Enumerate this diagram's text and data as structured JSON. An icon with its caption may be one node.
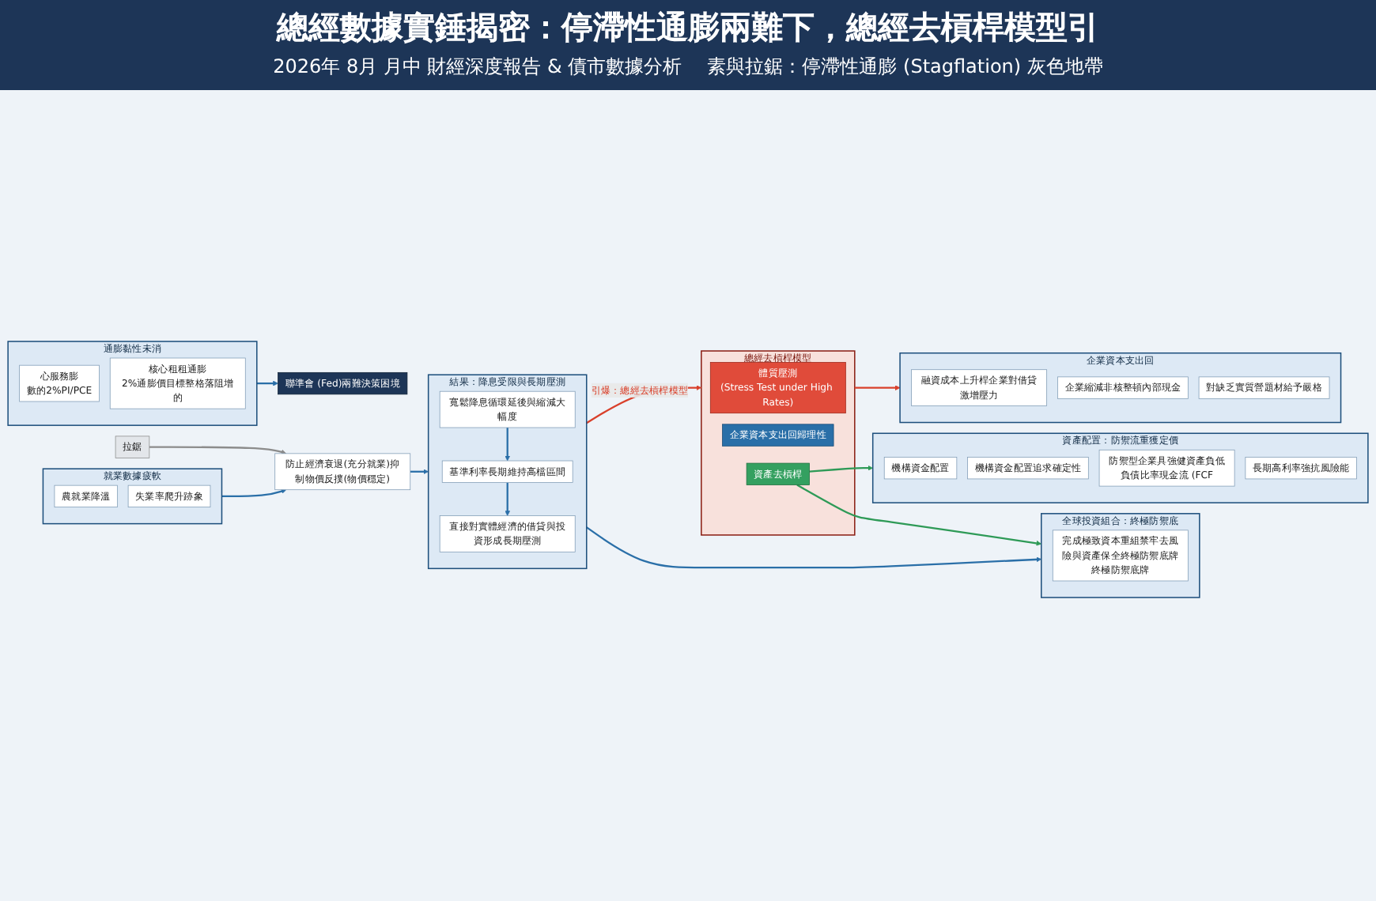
{
  "diagram": {
    "title": "總經數據實錘揭密：停滯性通膨兩難下，總經去槓桿模型引",
    "nodes": [
      {
        "text": [
          "通膨黏性未消"
        ]
      },
      {
        "text": [
          "心服務膨",
          "數的2%PI/PCE"
        ],
        "in": 0
      },
      {
        "text": [
          "核心租租通膨",
          "2%通膨價目標整格落阻增的"
        ],
        "in": 0
      },
      {
        "text": [
          "拉鋸"
        ]
      },
      {
        "text": [
          "就業數據疲軟"
        ]
      },
      {
        "text": [
          "農就業降溫"
        ],
        "in": 4
      },
      {
        "text": [
          "失業率爬升跡象"
        ],
        "in": 4
      },
      {
        "text": [
          "聯準會 (Fed)兩難決策困境"
        ]
      },
      {
        "text": [
          "防止經濟衰退(充分就業)抑制物價反撲(物價穩定)"
        ]
      },
      {
        "text": [
          "結果：降息受限與長期壓測"
        ]
      },
      {
        "text": [
          "寬鬆降息循環延後與縮減大幅度"
        ],
        "in": 9
      },
      {
        "text": [
          "基準利率長期維持高檔區間"
        ],
        "in": 9
      },
      {
        "text": [
          "直接對實體經濟的借貸與投資形成長期壓測"
        ],
        "in": 9
      },
      {
        "text": [
          "總經去槓桿模型"
        ]
      },
      {
        "text": [
          "體質壓測",
          "(Stress Test under High Rates)"
        ],
        "in": 13
      },
      {
        "text": [
          "企業資本支出回歸理性"
        ],
        "in": 13
      },
      {
        "text": [
          "資產去槓桿"
        ],
        "in": 13
      },
      {
        "text": [
          "企業資本支出回"
        ]
      },
      {
        "text": [
          "融資成本上升桿企業對借貸激增壓力"
        ],
        "in": 17
      },
      {
        "text": [
          "企業縮減非核整頓內部現金"
        ],
        "in": 17
      },
      {
        "text": [
          "對缺乏實質營題材給予嚴格"
        ],
        "in": 17
      },
      {
        "text": [
          "資產配置：防禦流重獲定價"
        ]
      },
      {
        "text": [
          "機構資金配置"
        ],
        "in": 21
      },
      {
        "text": [
          "機構資金配置追求確定性"
        ],
        "in": 21
      },
      {
        "text": [
          "防禦型企業具強健資產負低負債比率現金流 (FCF"
        ],
        "in": 21
      },
      {
        "text": [
          "長期高利率強抗風險能"
        ],
        "in": 21
      },
      {
        "text": [
          "全球投資組合：終極防禦底牌與保全"
        ]
      },
      {
        "text": [
          "完成極致資本重組禁牢去風險與資產保全終極防禦底牌",
          "終極防禦底牌"
        ],
        "in": 26
      }
    ],
    "edges": [
      {
        "from": 0,
        "to": 7,
        "arrow": "to"
      },
      {
        "from": 3,
        "to": 8,
        "arrow": "to",
        "color": "#8c8c8c"
      },
      {
        "from": 4,
        "to": 8,
        "arrow": "to"
      },
      {
        "from": 8,
        "to": 9,
        "arrow": "to"
      },
      {
        "from": 10,
        "to": 11,
        "arrow": "to"
      },
      {
        "from": 11,
        "to": 12,
        "arrow": "to"
      },
      {
        "from": 9,
        "to": 13,
        "arrow": "to",
        "label": "引爆：總經去槓桿模型",
        "color": "#d9402b"
      },
      {
        "from": 13,
        "to": 17,
        "arrow": "to",
        "color": "#d9402b"
      },
      {
        "from": 16,
        "to": 21,
        "arrow": "to",
        "color": "#2e9a57"
      },
      {
        "from": 16,
        "to": 26,
        "arrow": "to",
        "color": "#2e9a57"
      },
      {
        "from": 9,
        "to": 26,
        "arrow": "to"
      }
    ],
    "labels": [
      "2026年 8月 月中 財經深度報告 & 債市數據分析",
      "素與拉鋸：停滯性通膨 (Stagflation) 灰色地帶"
    ]
  }
}
